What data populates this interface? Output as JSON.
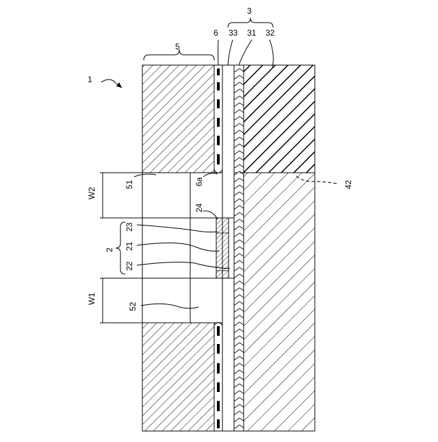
{
  "figure": {
    "labels": {
      "device": "1",
      "electrode_group": "5",
      "insulator": "6",
      "stack_group": "3",
      "layer_33": "33",
      "layer_31": "31",
      "layer_32": "32",
      "opening_edge": "6a",
      "region_51": "51",
      "region_52": "52",
      "boundary_42": "42",
      "element_group": "2",
      "layer_23": "23",
      "layer_21": "21",
      "layer_22": "22",
      "layer_24": "24",
      "width_w1": "W1",
      "width_w2": "W2"
    },
    "colors": {
      "line": "#000000",
      "background": "#ffffff"
    }
  }
}
